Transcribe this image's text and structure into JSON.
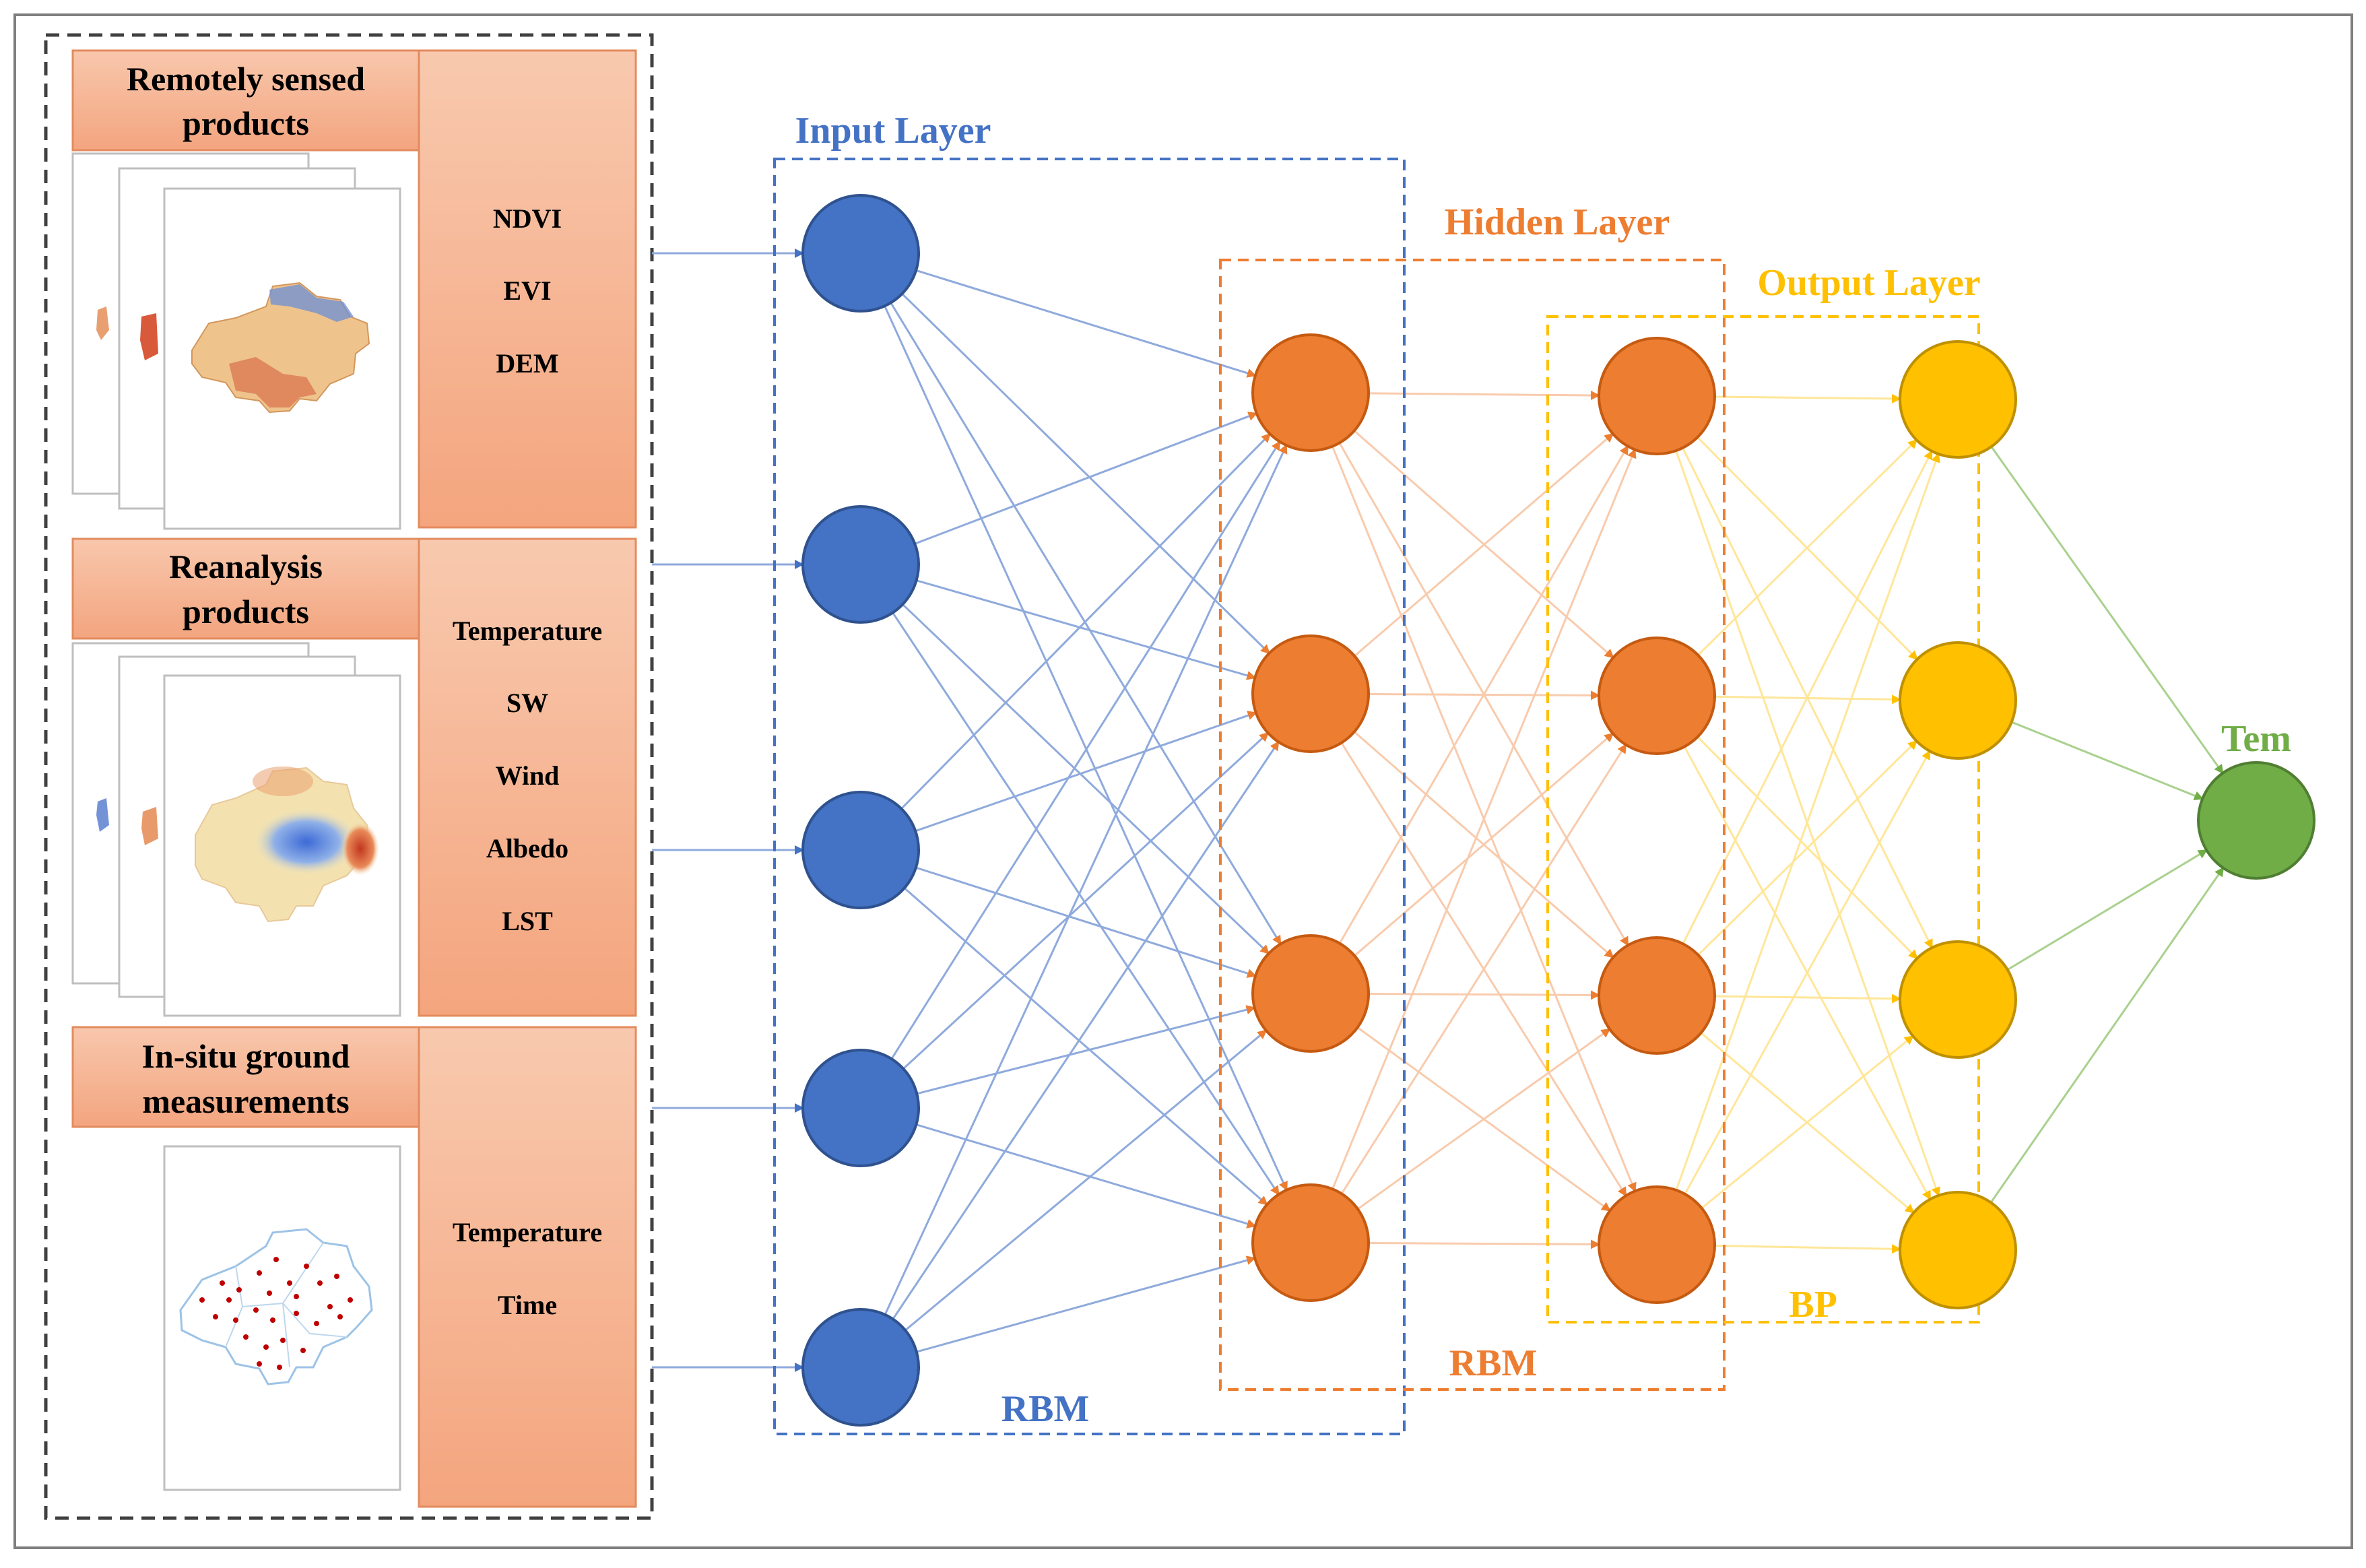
{
  "panels": [
    {
      "title": "Remotely sensed products",
      "title_lines": [
        "Remotely sensed",
        "products"
      ],
      "variables": [
        "NDVI",
        "EVI",
        "DEM"
      ],
      "map_style": "heat-dense"
    },
    {
      "title": "Reanalysis products",
      "title_lines": [
        "Reanalysis",
        "products"
      ],
      "variables": [
        "Temperature",
        "SW",
        "Wind",
        "Albedo",
        "LST"
      ],
      "map_style": "heat-smooth"
    },
    {
      "title": "In-situ ground measurements",
      "title_lines": [
        "In-situ ground",
        "measurements"
      ],
      "variables": [
        "Temperature",
        "Time"
      ],
      "map_style": "stations"
    }
  ],
  "layers": {
    "input": {
      "label": "Input Layer",
      "nodes": 5,
      "color": "#4472C4"
    },
    "hidden": {
      "label": "Hidden Layer",
      "nodes": 4,
      "color": "#ED7D31"
    },
    "hidden2": {
      "nodes": 4,
      "color": "#ED7D31"
    },
    "output": {
      "label": "Output Layer",
      "nodes": 4,
      "color": "#FFC000"
    },
    "final": {
      "label": "Tem",
      "nodes": 1,
      "color": "#70AD47"
    }
  },
  "box_labels": {
    "rbm_input": "RBM",
    "rbm_hidden": "RBM",
    "bp": "BP"
  },
  "colors": {
    "panel_header": "#F4B183",
    "panel_side": "#F4B183",
    "connection_input": "#8FAADC",
    "connection_hidden": "#F8CBAD",
    "connection_output": "#FFE699",
    "connection_final": "#A9D18E"
  }
}
